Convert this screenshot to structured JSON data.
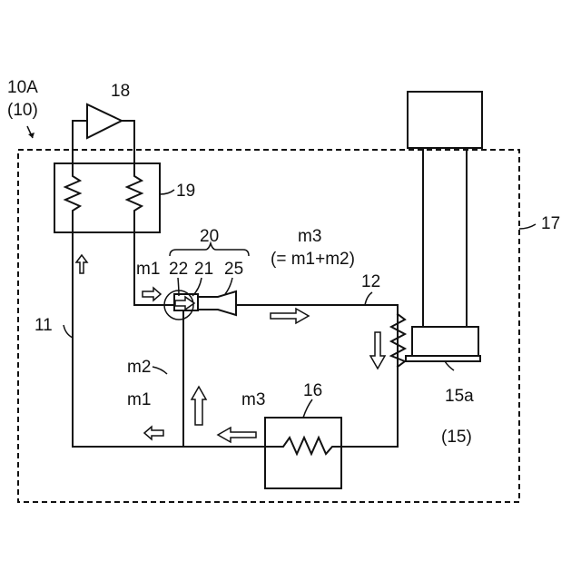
{
  "labels": {
    "system_id": "10A",
    "system_id_parent": "(10)",
    "comp_18": "18",
    "comp_19": "19",
    "comp_20": "20",
    "comp_22": "22",
    "comp_21": "21",
    "comp_25": "25",
    "comp_17": "17",
    "comp_12": "12",
    "comp_11": "11",
    "comp_16": "16",
    "comp_15a": "15a",
    "comp_15_parent": "(15)",
    "flow_m1_in": "m1",
    "flow_m3_top": "m3",
    "flow_m3_formula": "(= m1+m2)",
    "flow_m2": "m2",
    "flow_m1_out": "m1",
    "flow_m3_bottom": "m3"
  }
}
